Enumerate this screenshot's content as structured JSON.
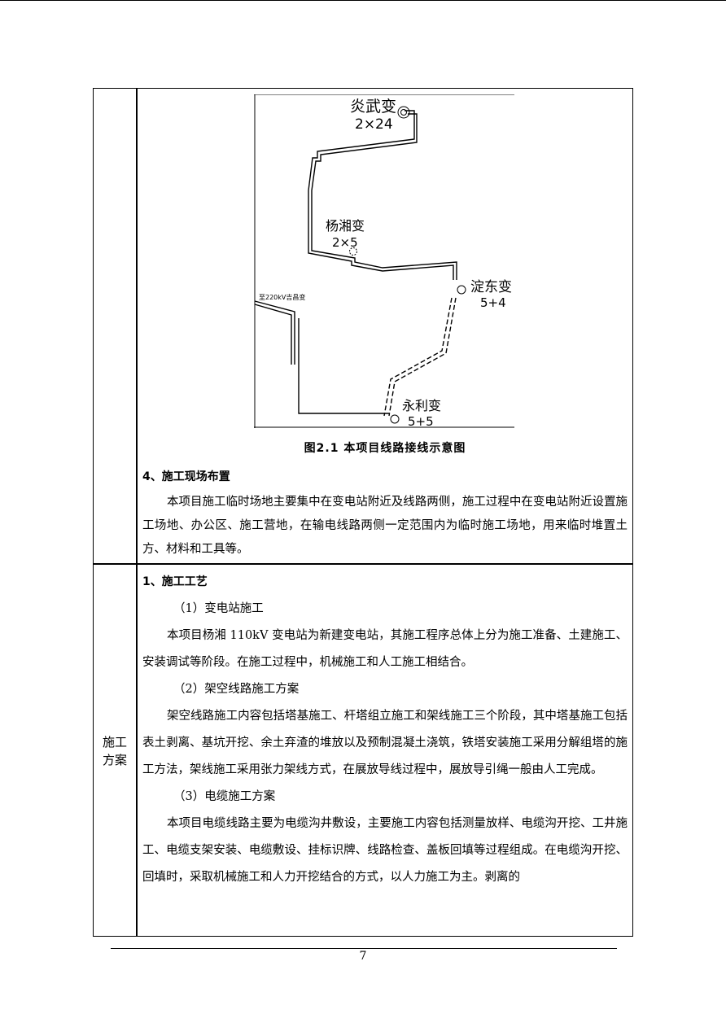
{
  "figure": {
    "caption": "图2.1  本项目线路接线示意图",
    "stations": [
      {
        "name": "炎武变",
        "capacity": "2×24"
      },
      {
        "name": "杨湘变",
        "capacity": "2×5"
      },
      {
        "name": "淀东变",
        "capacity": "5+4"
      },
      {
        "name": "永利变",
        "capacity": "5+5"
      }
    ],
    "line_label": "至220kV吉昌变"
  },
  "section4": {
    "heading": "4、施工现场布置",
    "text": "本项目施工临时场地主要集中在变电站附近及线路两侧，施工过程中在变电站附近设置施工场地、办公区、施工营地，在输电线路两侧一定范围内为临时施工场地，用来临时堆置土方、材料和工具等。"
  },
  "row2": {
    "label_line1": "施工",
    "label_line2": "方案",
    "heading": "1、施工工艺",
    "sub1": "（1）变电站施工",
    "text1": "本项目杨湘 110kV 变电站为新建变电站，其施工程序总体上分为施工准备、土建施工、安装调试等阶段。在施工过程中，机械施工和人工施工相结合。",
    "sub2": "（2）架空线路施工方案",
    "text2": "架空线路施工内容包括塔基施工、杆塔组立施工和架线施工三个阶段，其中塔基施工包括表土剥离、基坑开挖、余土弃渣的堆放以及预制混凝土浇筑，铁塔安装施工采用分解组塔的施工方法，架线施工采用张力架线方式，在展放导线过程中，展放导引绳一般由人工完成。",
    "sub3": "（3）电缆施工方案",
    "text3": "本项目电缆线路主要为电缆沟井敷设，主要施工内容包括测量放样、电缆沟开挖、工井施工、电缆支架安装、电缆敷设、挂标识牌、线路检查、盖板回填等过程组成。在电缆沟开挖、回填时，采取机械施工和人力开挖结合的方式，以人力施工为主。剥离的"
  },
  "page_number": "7"
}
